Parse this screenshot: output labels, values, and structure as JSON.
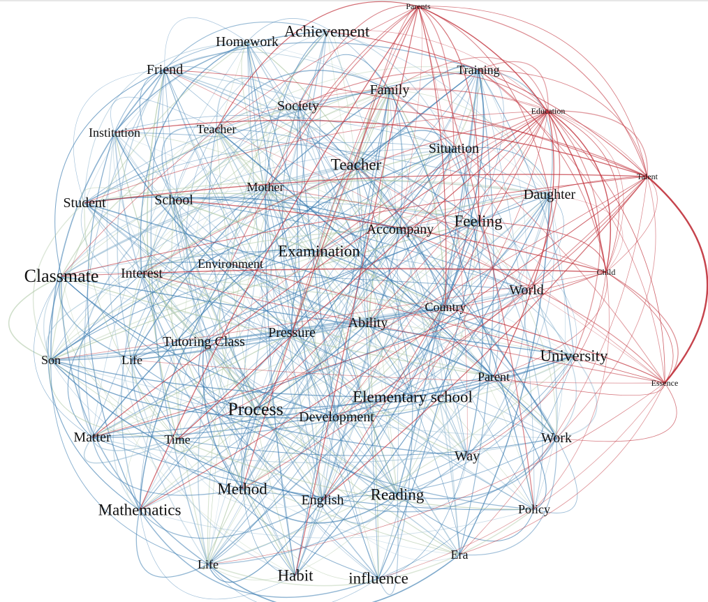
{
  "graph": {
    "nodes": [
      {
        "id": "parents",
        "label": "Parents",
        "group": "red"
      },
      {
        "id": "achievement",
        "label": "Achievement",
        "group": "blue"
      },
      {
        "id": "homework",
        "label": "Homework",
        "group": "blue"
      },
      {
        "id": "training",
        "label": "Training",
        "group": "mixed"
      },
      {
        "id": "friend",
        "label": "Friend",
        "group": "blue"
      },
      {
        "id": "family",
        "label": "Family",
        "group": "blue"
      },
      {
        "id": "society",
        "label": "Society",
        "group": "blue"
      },
      {
        "id": "education",
        "label": "Education",
        "group": "red"
      },
      {
        "id": "institution",
        "label": "Institution",
        "group": "blue"
      },
      {
        "id": "teacher2",
        "label": "Teacher",
        "group": "blue"
      },
      {
        "id": "situation",
        "label": "Situation",
        "group": "blue"
      },
      {
        "id": "teacher",
        "label": "Teacher",
        "group": "blue"
      },
      {
        "id": "talent",
        "label": "Talent",
        "group": "red"
      },
      {
        "id": "mother",
        "label": "Mother",
        "group": "blue"
      },
      {
        "id": "daughter",
        "label": "Daughter",
        "group": "blue"
      },
      {
        "id": "student",
        "label": "Student",
        "group": "blue"
      },
      {
        "id": "school",
        "label": "School",
        "group": "blue"
      },
      {
        "id": "feeling",
        "label": "Feeling",
        "group": "blue"
      },
      {
        "id": "accompany",
        "label": "Accompany",
        "group": "blue"
      },
      {
        "id": "examination",
        "label": "Examination",
        "group": "blue"
      },
      {
        "id": "environment",
        "label": "Environment",
        "group": "blue"
      },
      {
        "id": "classmate",
        "label": "Classmate",
        "group": "blue"
      },
      {
        "id": "interest",
        "label": "Interest",
        "group": "blue"
      },
      {
        "id": "child",
        "label": "Child",
        "group": "red"
      },
      {
        "id": "world",
        "label": "World",
        "group": "blue"
      },
      {
        "id": "country",
        "label": "Country",
        "group": "blue"
      },
      {
        "id": "ability",
        "label": "Ability",
        "group": "blue"
      },
      {
        "id": "pressure",
        "label": "Pressure",
        "group": "blue"
      },
      {
        "id": "tutoring",
        "label": "Tutoring Class",
        "group": "blue"
      },
      {
        "id": "son",
        "label": "Son",
        "group": "mixed"
      },
      {
        "id": "life",
        "label": "Life",
        "group": "blue"
      },
      {
        "id": "university",
        "label": "University",
        "group": "blue"
      },
      {
        "id": "parent",
        "label": "Parent",
        "group": "blue"
      },
      {
        "id": "essence",
        "label": "Essence",
        "group": "red"
      },
      {
        "id": "elementary",
        "label": "Elementary school",
        "group": "blue"
      },
      {
        "id": "process",
        "label": "Process",
        "group": "blue"
      },
      {
        "id": "development",
        "label": "Development",
        "group": "blue"
      },
      {
        "id": "matter",
        "label": "Matter",
        "group": "blue"
      },
      {
        "id": "time",
        "label": "Time",
        "group": "blue"
      },
      {
        "id": "work",
        "label": "Work",
        "group": "blue"
      },
      {
        "id": "way",
        "label": "Way",
        "group": "blue"
      },
      {
        "id": "method",
        "label": "Method",
        "group": "blue"
      },
      {
        "id": "reading",
        "label": "Reading",
        "group": "blue"
      },
      {
        "id": "english",
        "label": "English",
        "group": "blue"
      },
      {
        "id": "mathematics",
        "label": "Mathematics",
        "group": "blue"
      },
      {
        "id": "policy",
        "label": "Policy",
        "group": "mixed"
      },
      {
        "id": "era",
        "label": "Era",
        "group": "mixed"
      },
      {
        "id": "life2",
        "label": "Life",
        "group": "mixed"
      },
      {
        "id": "habit",
        "label": "Habit",
        "group": "blue"
      },
      {
        "id": "influence",
        "label": "influence",
        "group": "blue"
      }
    ],
    "colors": {
      "blue": "#3a7bb0",
      "mixed": "#a9c4a0",
      "red": "#c0303a",
      "lightblue": "#8fb6cf"
    }
  }
}
